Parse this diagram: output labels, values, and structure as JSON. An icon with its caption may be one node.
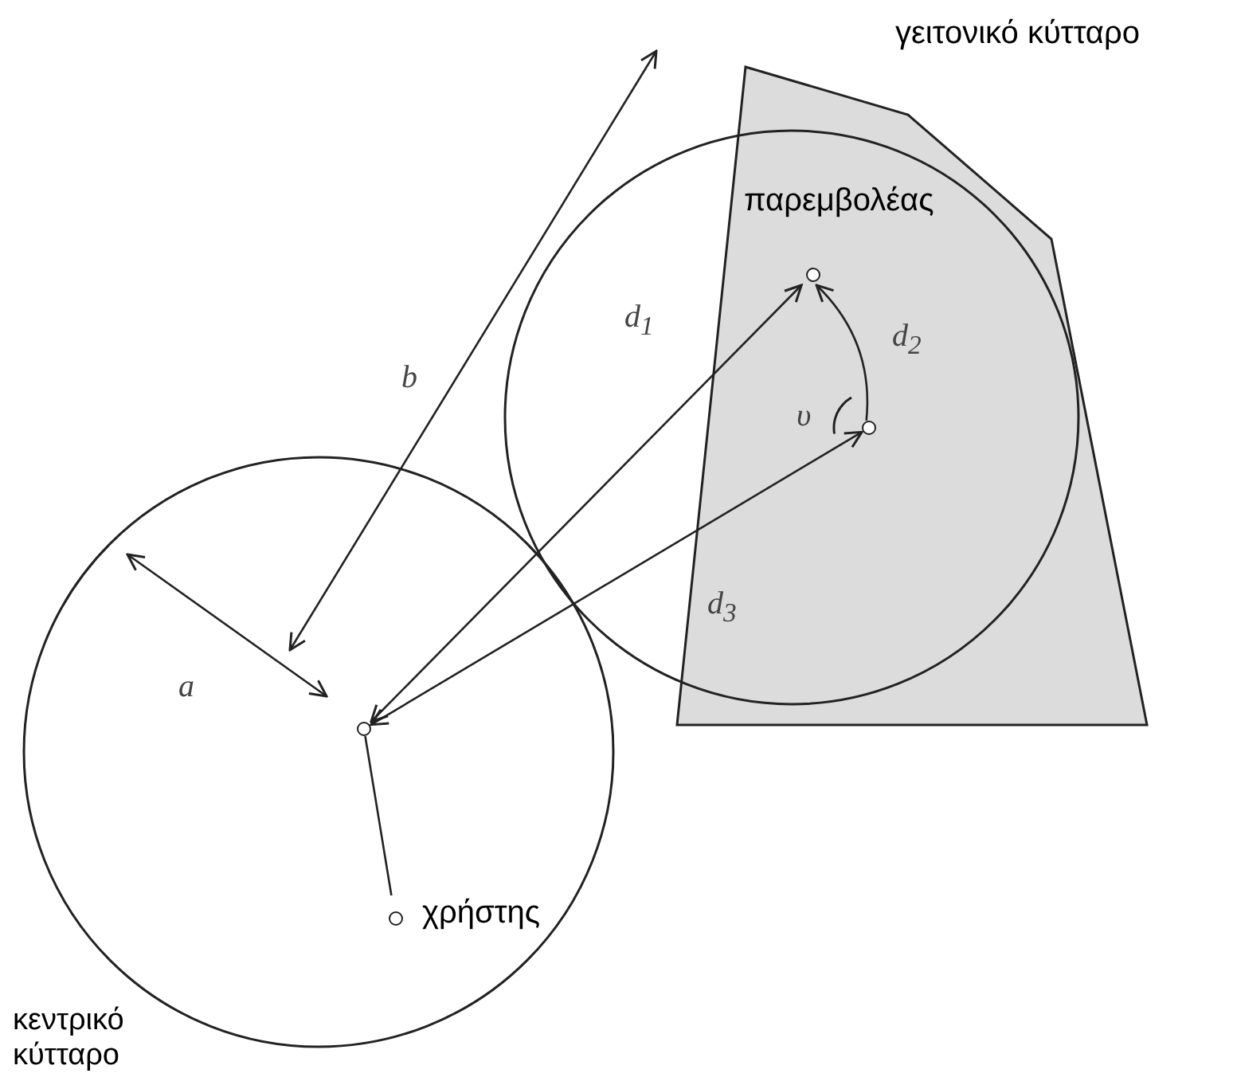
{
  "diagram": {
    "nodes": [
      {
        "text": [
          "κεντρικό κύτταρο"
        ]
      },
      {
        "text": [
          "γειτονικό κύτταρο"
        ]
      },
      {
        "text": [],
        "shape": "circle",
        "in": 0
      },
      {
        "text": [
          "χρήστης"
        ],
        "in": 0
      },
      {
        "text": [],
        "shape": "circle",
        "in": 1
      },
      {
        "text": [
          "παρεμβολέας"
        ],
        "in": 1
      }
    ],
    "edges": [
      {
        "from": 2,
        "to": 3,
        "arrow": "none"
      },
      {
        "from": 2,
        "to": 5,
        "arrow": "both",
        "label": "d$_{1}$"
      },
      {
        "from": 4,
        "to": 5,
        "arrow": "to",
        "label": "d$_{2}$"
      },
      {
        "from": 2,
        "to": 4,
        "arrow": "both",
        "label": "d$_{3}$"
      }
    ],
    "labels": [
      "b",
      "υ",
      "a"
    ]
  }
}
